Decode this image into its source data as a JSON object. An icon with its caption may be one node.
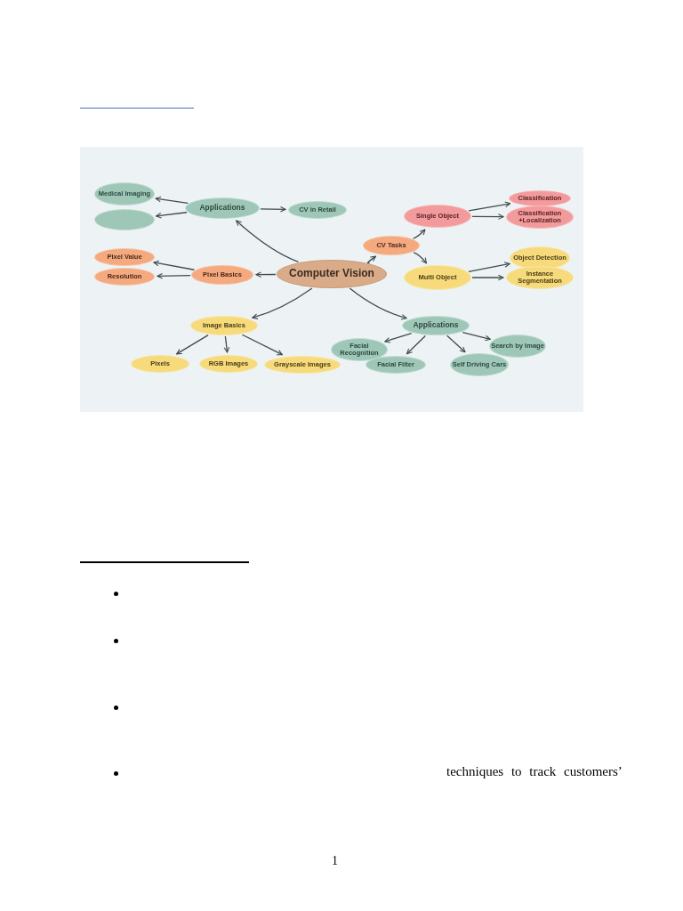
{
  "diagram": {
    "nodes": [
      {
        "text": [
          "Computer Vision"
        ]
      },
      {
        "text": [
          "Applications"
        ]
      },
      {
        "text": [
          "Medical Imaging"
        ]
      },
      {
        "text": [],
        "shape": "ellipse"
      },
      {
        "text": [
          "CV in Retail"
        ]
      },
      {
        "text": [
          "CV Tasks"
        ]
      },
      {
        "text": [
          "Single Object"
        ]
      },
      {
        "text": [
          "Classification"
        ]
      },
      {
        "text": [
          "Classification +Localization"
        ]
      },
      {
        "text": [
          "Pixel Basics"
        ]
      },
      {
        "text": [
          "Pixel Value"
        ]
      },
      {
        "text": [
          "Resolution"
        ]
      },
      {
        "text": [
          "Multi Object"
        ]
      },
      {
        "text": [
          "Object Detection"
        ]
      },
      {
        "text": [
          "Instance Segmentation"
        ]
      },
      {
        "text": [
          "Image Basics"
        ]
      },
      {
        "text": [
          "Pixels"
        ]
      },
      {
        "text": [
          "RGB Images"
        ]
      },
      {
        "text": [
          "Grayscale Images"
        ]
      },
      {
        "text": [
          "Applications"
        ]
      },
      {
        "text": [
          "Facial Recognition"
        ]
      },
      {
        "text": [
          "Facial Filter"
        ]
      },
      {
        "text": [
          "Self Driving Cars"
        ]
      },
      {
        "text": [
          "Search by Image"
        ]
      }
    ],
    "edges": [
      {
        "from": 0,
        "to": 1,
        "arrow": "to"
      },
      {
        "from": 1,
        "to": 2,
        "arrow": "to"
      },
      {
        "from": 1,
        "to": 3,
        "arrow": "to"
      },
      {
        "from": 1,
        "to": 4,
        "arrow": "to"
      },
      {
        "from": 0,
        "to": 5,
        "arrow": "to"
      },
      {
        "from": 5,
        "to": 6,
        "arrow": "to"
      },
      {
        "from": 6,
        "to": 7,
        "arrow": "to"
      },
      {
        "from": 6,
        "to": 8,
        "arrow": "to"
      },
      {
        "from": 0,
        "to": 9,
        "arrow": "to"
      },
      {
        "from": 9,
        "to": 10,
        "arrow": "to"
      },
      {
        "from": 9,
        "to": 11,
        "arrow": "to"
      },
      {
        "from": 5,
        "to": 12,
        "arrow": "to"
      },
      {
        "from": 12,
        "to": 13,
        "arrow": "to"
      },
      {
        "from": 12,
        "to": 14,
        "arrow": "to"
      },
      {
        "from": 0,
        "to": 15,
        "arrow": "to"
      },
      {
        "from": 15,
        "to": 16,
        "arrow": "to"
      },
      {
        "from": 15,
        "to": 17,
        "arrow": "to"
      },
      {
        "from": 15,
        "to": 18,
        "arrow": "to"
      },
      {
        "from": 0,
        "to": 19,
        "arrow": "to"
      },
      {
        "from": 19,
        "to": 20,
        "arrow": "to"
      },
      {
        "from": 19,
        "to": 21,
        "arrow": "to"
      },
      {
        "from": 19,
        "to": 22,
        "arrow": "to"
      },
      {
        "from": 19,
        "to": 23,
        "arrow": "to"
      }
    ],
    "labels": [
      "techniques to track customers’",
      "1"
    ]
  }
}
